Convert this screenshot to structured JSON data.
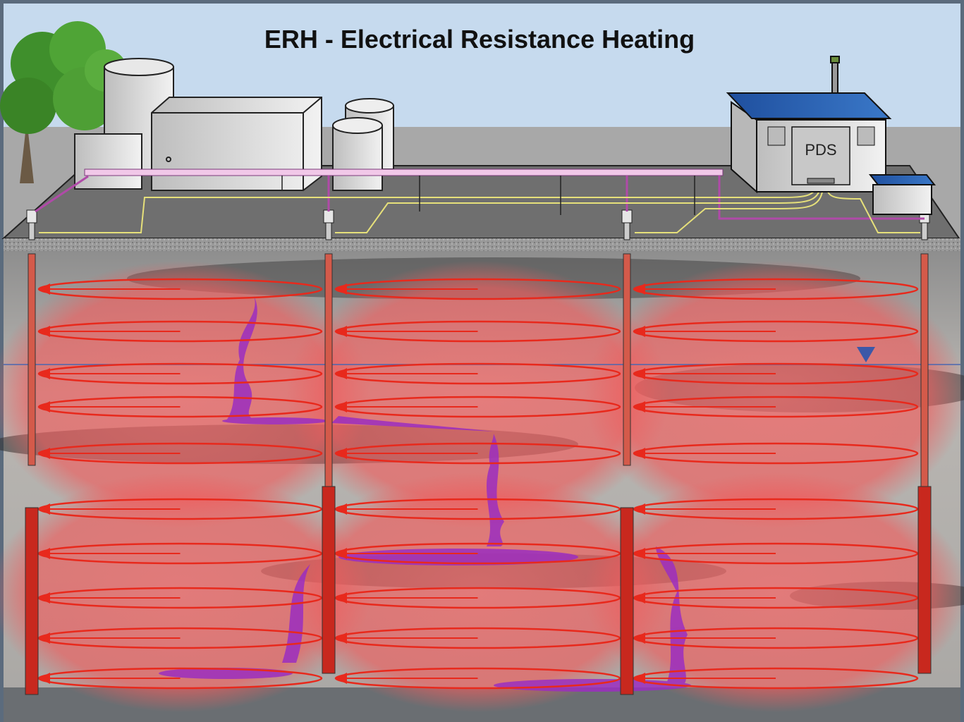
{
  "title": "ERH - Electrical Resistance Heating",
  "building_label": "PDS",
  "colors": {
    "sky": "#c6daee",
    "heat_zone": "#f05a5a",
    "electrode": "#c8281e",
    "contaminant": "#9b2ec0",
    "power_cable": "#e6e07a",
    "vapor_line": "#b04aa8",
    "roof": "#2f62b0"
  },
  "icons": [
    "tree",
    "tank",
    "treatment-unit",
    "power-distribution-building",
    "water-table-marker"
  ]
}
